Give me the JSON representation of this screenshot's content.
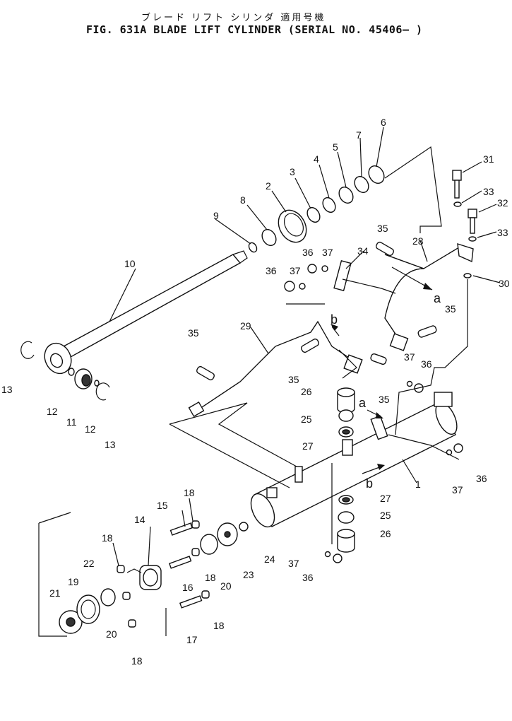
{
  "header": {
    "title_jp": "ブレード リフト シリンダ  適用号機",
    "title_main": "FIG. 631A  BLADE LIFT CYLINDER  (SERIAL NO. 45406— )"
  },
  "callouts": {
    "c1": "1",
    "c2": "2",
    "c3": "3",
    "c4": "4",
    "c5": "5",
    "c6": "6",
    "c7": "7",
    "c8": "8",
    "c9": "9",
    "c10": "10",
    "c11": "11",
    "c12a": "12",
    "c12b": "12",
    "c13a": "13",
    "c13b": "13",
    "c14": "14",
    "c15": "15",
    "c16": "16",
    "c17": "17",
    "c18a": "18",
    "c18b": "18",
    "c18c": "18",
    "c18d": "18",
    "c18e": "18",
    "c19": "19",
    "c20a": "20",
    "c20b": "20",
    "c21": "21",
    "c22": "22",
    "c23": "23",
    "c24": "24",
    "c25a": "25",
    "c25b": "25",
    "c26a": "26",
    "c26b": "26",
    "c27a": "27",
    "c27b": "27",
    "c28": "28",
    "c29": "29",
    "c30": "30",
    "c31": "31",
    "c32": "32",
    "c33a": "33",
    "c33b": "33",
    "c34": "34",
    "c35a": "35",
    "c35b": "35",
    "c35c": "35",
    "c35d": "35",
    "c35e": "35",
    "c36a": "36",
    "c36b": "36",
    "c36c": "36",
    "c36d": "36",
    "c36e": "36",
    "c37a": "37",
    "c37b": "37",
    "c37c": "37",
    "c37d": "37",
    "c37e": "37",
    "refA1": "a",
    "refA2": "a",
    "refB1": "b",
    "refB2": "b"
  }
}
